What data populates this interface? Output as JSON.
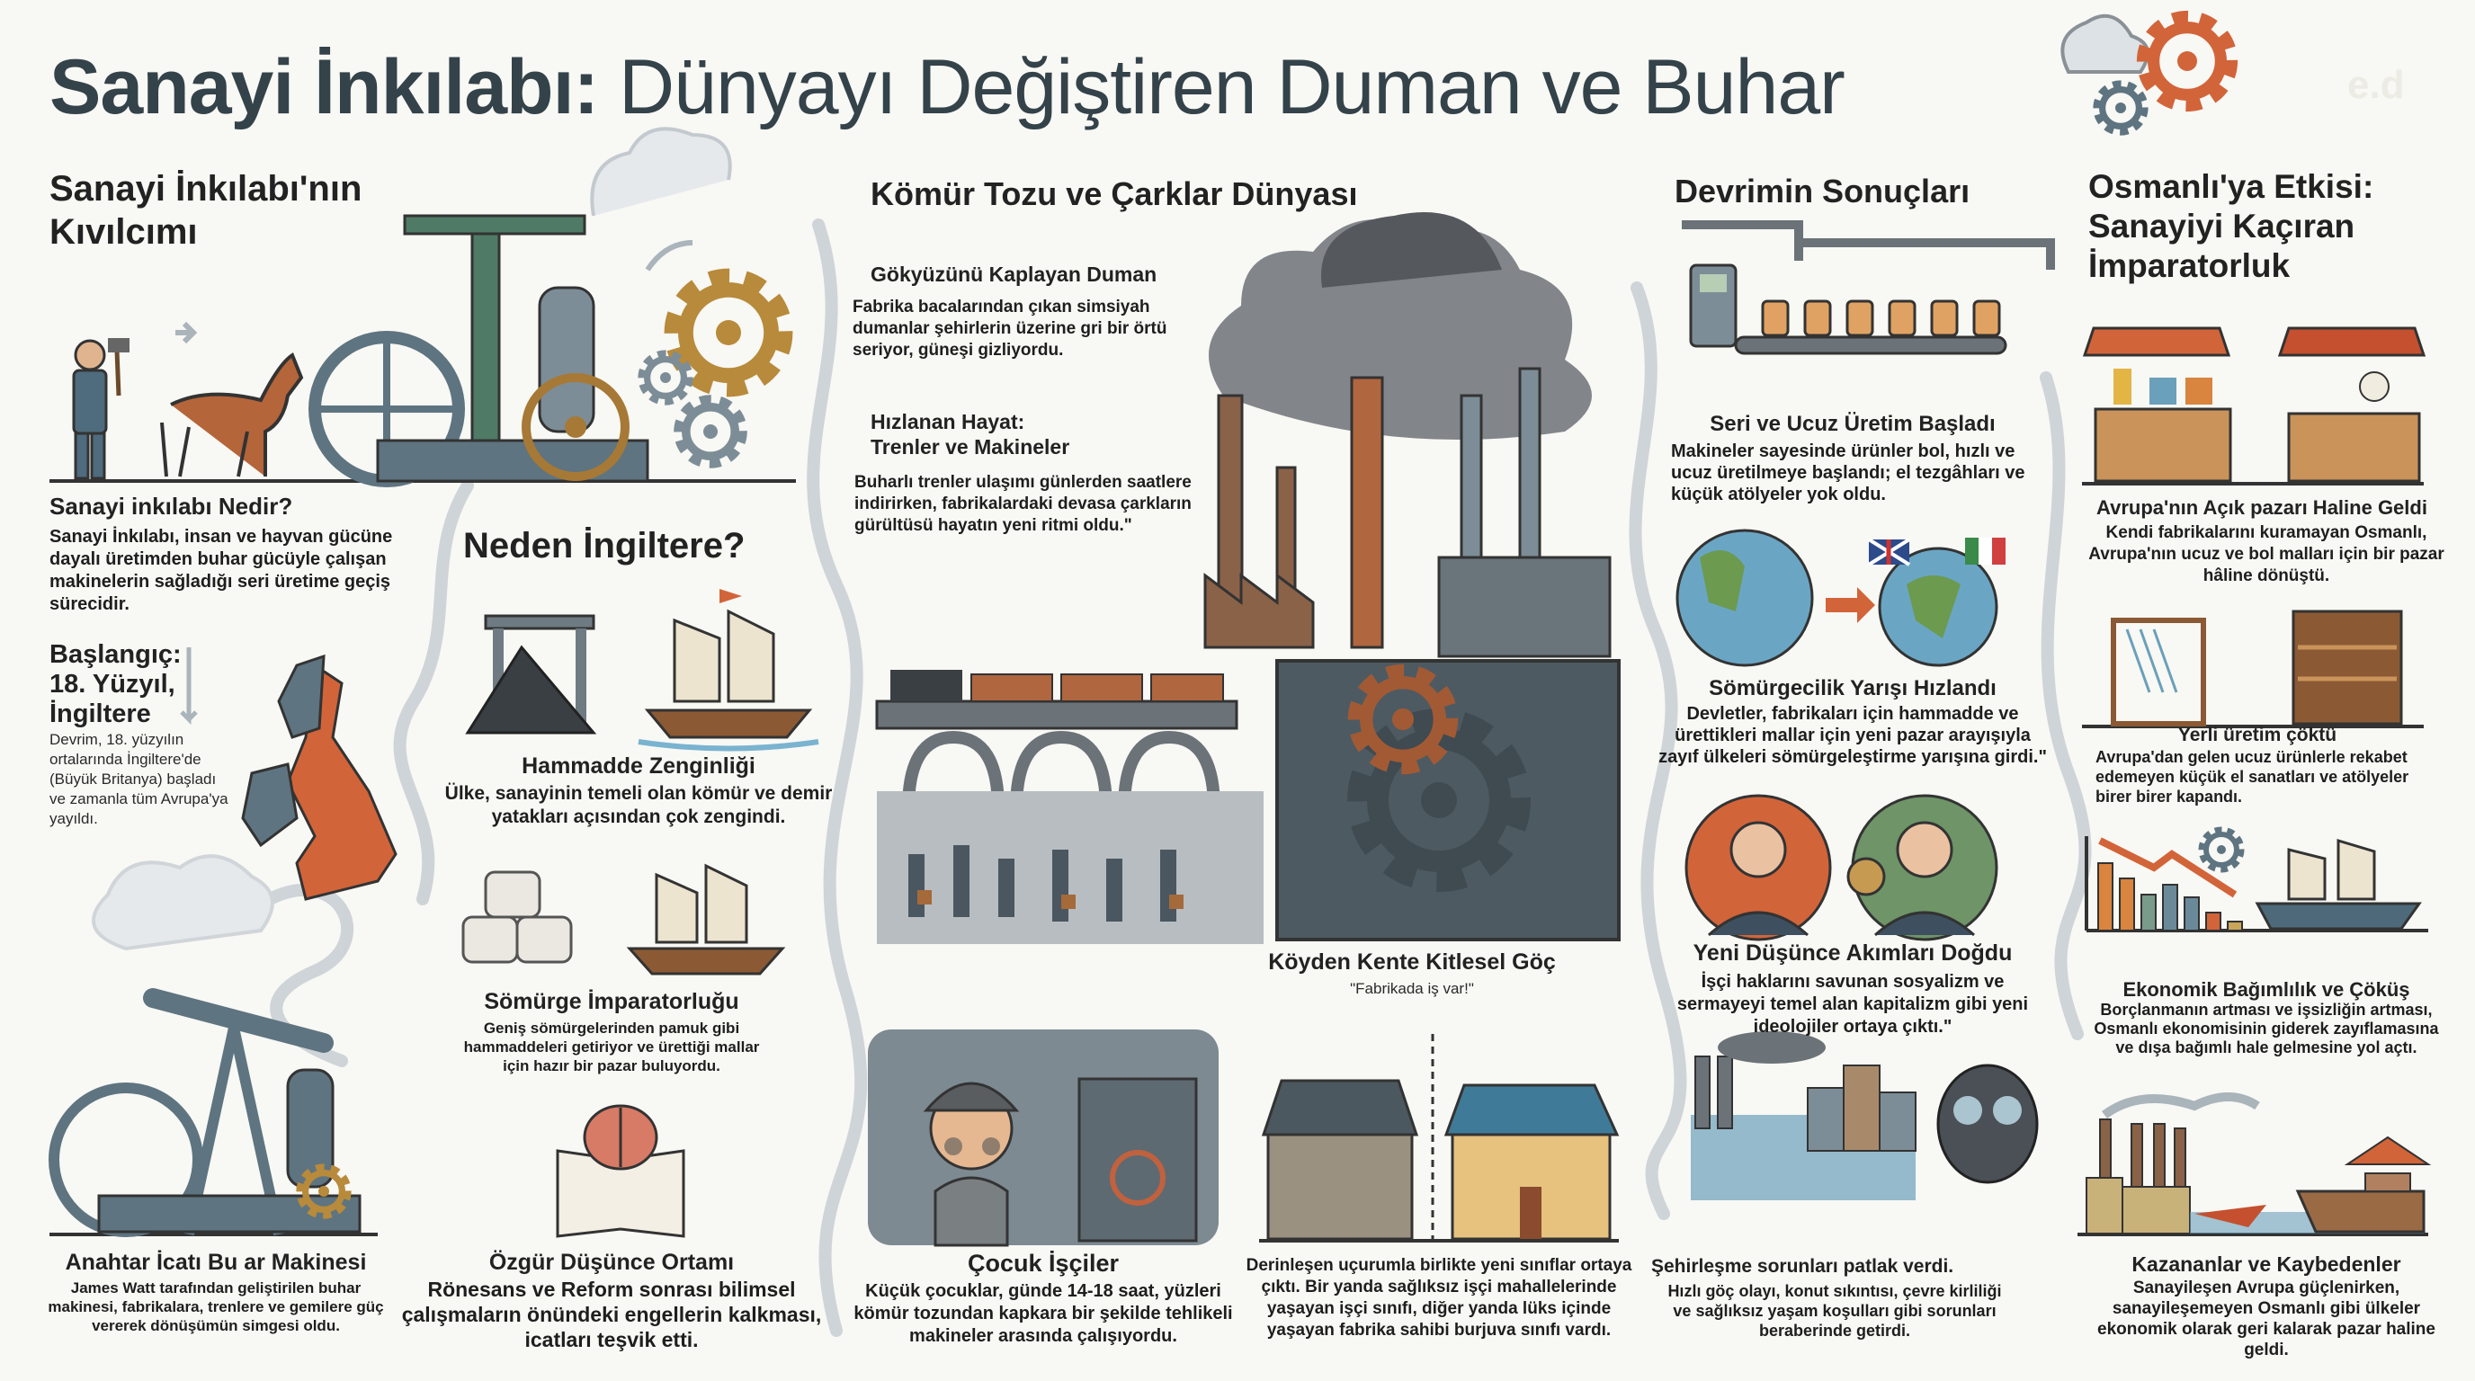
{
  "title": {
    "bold": "Sanayi İnkılabı:",
    "light": " Dünyayı Değiştiren Duman ve Buhar",
    "watermark": "e.d"
  },
  "colors": {
    "title": "#34424a",
    "accent_orange": "#d2643a",
    "steel": "#5e7480",
    "smoke": "#8a9196",
    "background": "#f8f8f4"
  },
  "col1": {
    "heading": "Sanayi İnkılabı'nın Kıvılcımı",
    "what_title": "Sanayi inkılabı Nedir?",
    "what_body": "Sanayi İnkılabı, insan ve hayvan gücüne dayalı üretimden buhar gücüyle çalışan makinelerin sağladığı seri üretime geçiş sürecidir.",
    "start_title": "Başlangıç: 18. Yüzyıl, İngiltere",
    "start_body": "Devrim, 18. yüzyılın ortalarında İngiltere'de (Büyük Britanya) başladı ve zamanla tüm Avrupa'ya yayıldı.",
    "invention_title": "Anahtar İcatı Bu ar Makinesi",
    "invention_body": "James Watt tarafından geliştirilen buhar makinesi, fabrikalara, trenlere ve gemilere güç vererek dönüşümün simgesi oldu."
  },
  "col2": {
    "heading": "Neden İngiltere?",
    "raw_title": "Hammadde Zenginliği",
    "raw_body": "Ülke, sanayinin temeli  olan kömür ve demir yatakları açısından çok zengindi.",
    "colony_title": "Sömürge İmparatorluğu",
    "colony_body": "Geniş sömürgelerinden pamuk gibi hammaddeleri getiriyor ve ürettiği mallar için hazır bir pazar buluyordu.",
    "free_title": "Özgür Düşünce Ortamı",
    "free_body": "Rönesans ve Reform sonrası bilimsel çalışmaların önündeki engellerin kalkması, icatları teşvik etti."
  },
  "col3": {
    "heading": "Kömür Tozu ve Çarklar Dünyası",
    "smoke_title": "Gökyüzünü Kaplayan Duman",
    "smoke_body": "Fabrika bacalarından çıkan simsiyah dumanlar şehirlerin üzerine gri bir örtü seriyor, güneşi gizliyordu.",
    "speed_title": "Hızlanan Hayat: Trenler ve Makineler",
    "speed_body": "Buharlı trenler ulaşımı günlerden saatlere indirirken, fabrikalardaki devasa çarkların gürültüsü hayatın yeni ritmi oldu.\"",
    "migration_title": "Köyden Kente Kitlesel Göç",
    "migration_quote": "\"Fabrikada iş var!\"",
    "child_title": "Çocuk İşçiler",
    "child_body": "Küçük çocuklar, günde 14-18 saat, yüzleri kömür tozundan kapkara bir şekilde tehlikeli makineler arasında çalışıyordu.",
    "class_body": "Derinleşen uçurumla birlikte yeni sınıflar ortaya çıktı. Bir yanda sağlıksız işçi mahallelerinde yaşayan işçi sınıfı, diğer yanda lüks içinde yaşayan fabrika sahibi burjuva sınıfı vardı."
  },
  "col4": {
    "heading": "Devrimin Sonuçları",
    "mass_title": "Seri ve Ucuz Üretim Başladı",
    "mass_body": "Makineler sayesinde ürünler bol, hızlı ve ucuz üretilmeye başlandı; el tezgâhları ve küçük atölyeler yok oldu.",
    "colonial_title": "Sömürgecilik Yarışı Hızlandı",
    "colonial_body": "Devletler, fabrikaları için hammadde ve ürettikleri mallar için yeni pazar arayışıyla zayıf ülkeleri sömürgeleştirme yarışına girdi.\"",
    "ideas_title": "Yeni Düşünce Akımları Doğdu",
    "ideas_body": "İşçi haklarını savunan sosyalizm ve sermayeyi temel alan kapitalizm gibi yeni ideolojiler ortaya çıktı.\"",
    "urban_title": "Şehirleşme sorunları patlak verdi.",
    "urban_body": "Hızlı göç olayı, konut sıkıntısı, çevre kirliliği ve sağlıksız yaşam koşulları gibi sorunları beraberinde getirdi."
  },
  "col5": {
    "heading": "Osmanlı'ya Etkisi: Sanayiyi Kaçıran İmparatorluk",
    "market_title": "Avrupa'nın Açık pazarı Haline Geldi",
    "market_body": "Kendi fabrikalarını kuramayan Osmanlı, Avrupa'nın ucuz ve bol malları için bir pazar hâline dönüştü.",
    "local_title": "Yerli üretim çöktü",
    "local_body": "Avrupa'dan gelen ucuz ürünlerle rekabet edemeyen küçük el sanatları ve atölyeler birer birer kapandı.",
    "economy_title": "Ekonomik Bağımlılık ve Çöküş",
    "economy_body": "Borçlanmanın artması ve işsizliğin artması, Osmanlı ekonomisinin giderek zayıflamasına ve dışa bağımlı hale gelmesine yol açtı.",
    "winners_title": "Kazananlar ve Kaybedenler",
    "winners_body": "Sanayileşen Avrupa güçlenirken, sanayileşemeyen Osmanlı gibi ülkeler ekonomik olarak geri kalarak pazar haline geldi."
  }
}
